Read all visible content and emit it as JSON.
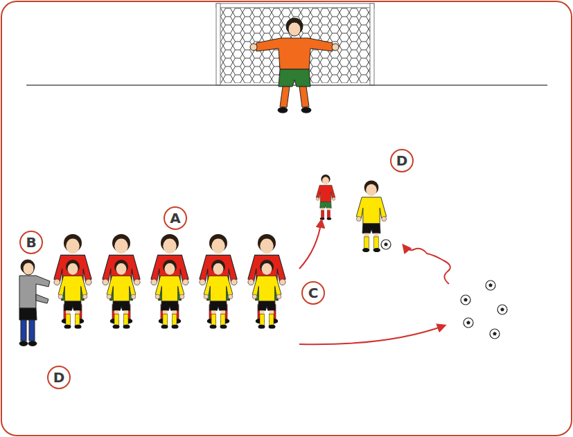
{
  "diagram": {
    "nodes": [
      {
        "text": [
          "D"
        ]
      },
      {
        "text": [
          "A"
        ]
      },
      {
        "text": [
          "B"
        ]
      },
      {
        "text": [
          "C"
        ]
      },
      {
        "text": [
          "D"
        ]
      }
    ]
  }
}
